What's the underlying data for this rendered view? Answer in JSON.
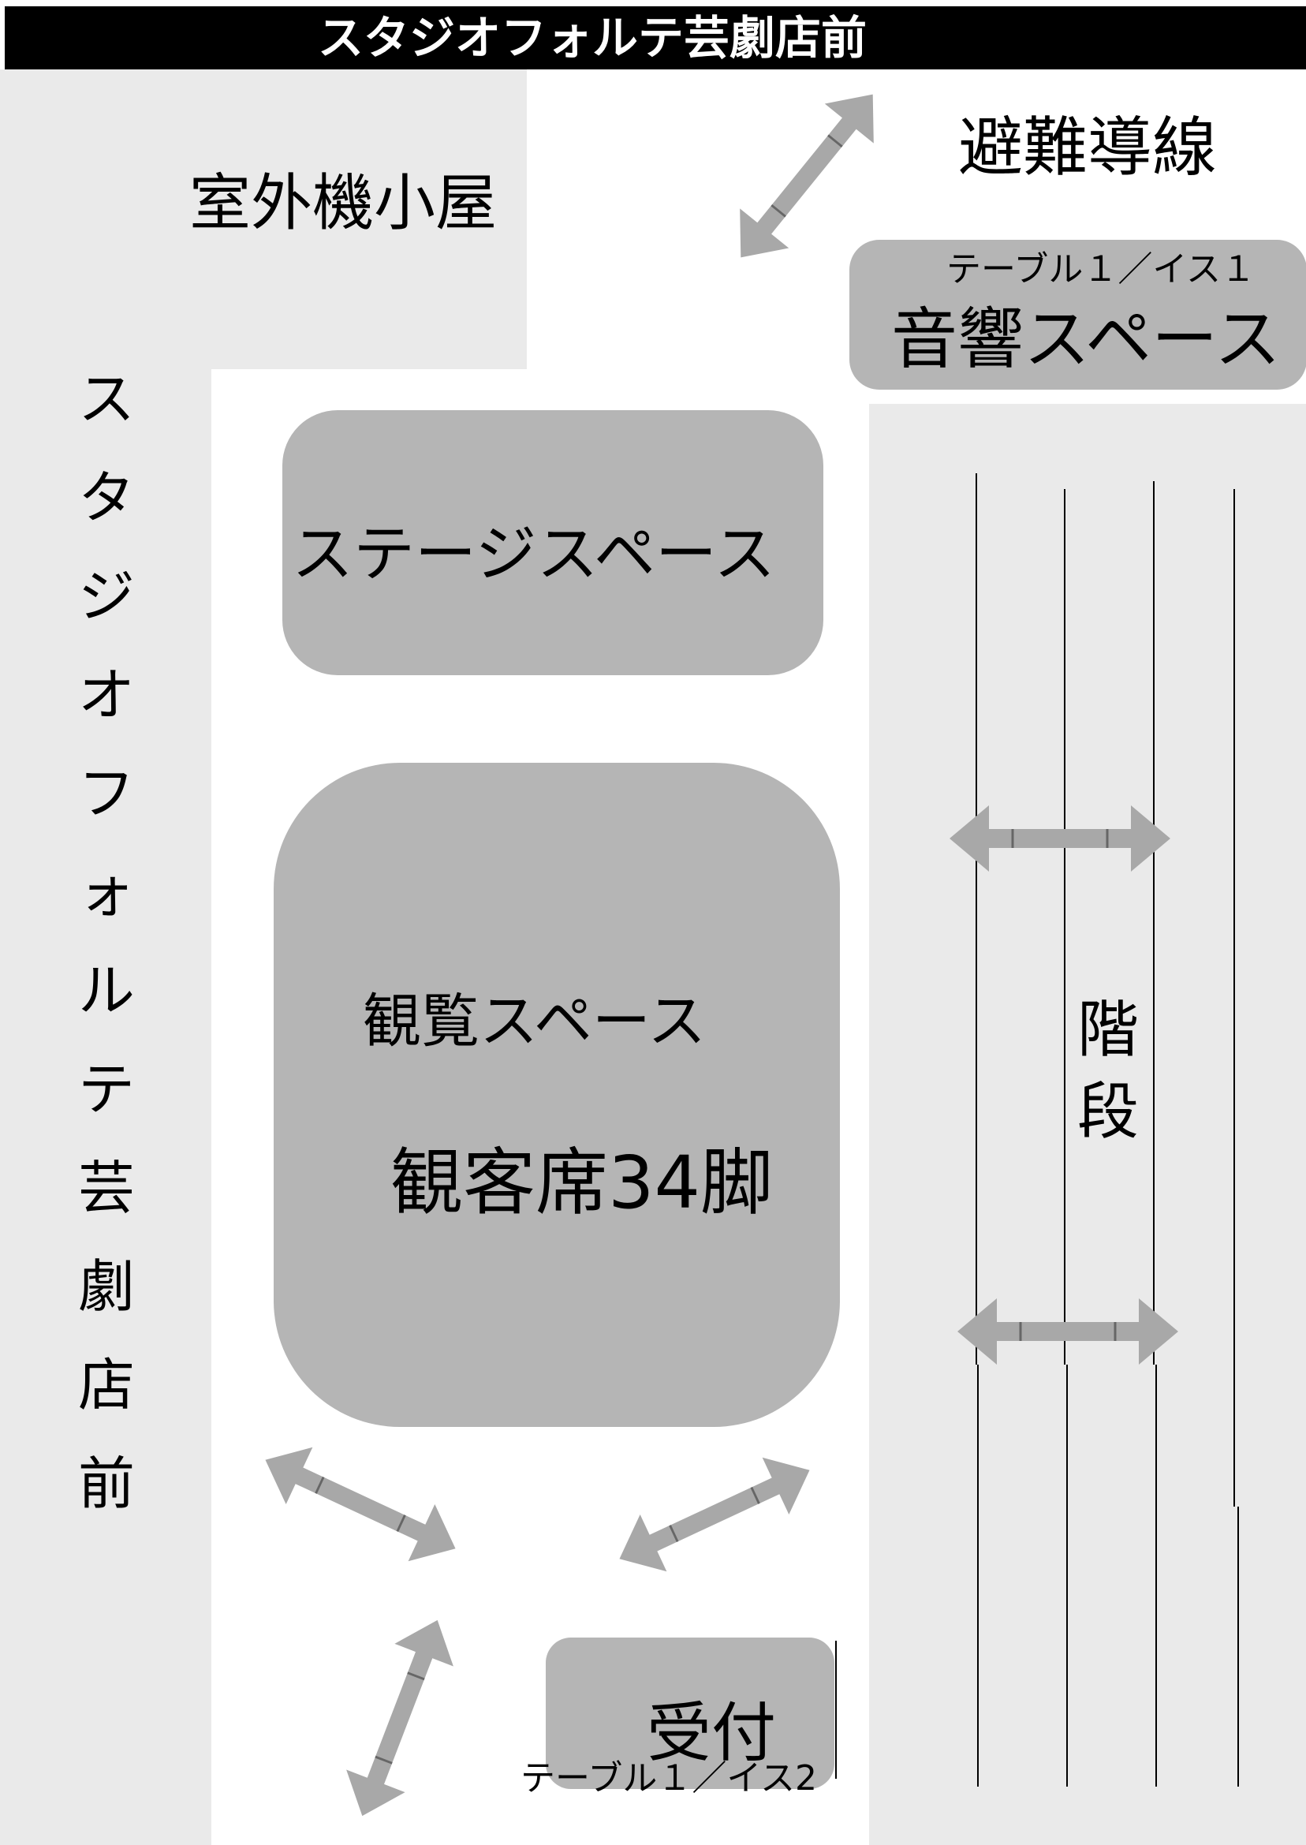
{
  "header": {
    "title": "スタジオフォルテ芸劇店前"
  },
  "left_side": {
    "vertical_label_chars": [
      "ス",
      "タ",
      "ジ",
      "オ",
      "フ",
      "ォ",
      "ル",
      "テ",
      "芸",
      "劇",
      "店",
      "前"
    ]
  },
  "areas": {
    "outdoor_unit": "室外機小屋",
    "evacuation_route": "避難導線",
    "sound_space": {
      "sub": "テーブル１／イス１",
      "label": "音響スペース"
    },
    "stage_space": "ステージスペース",
    "viewing_space": {
      "label": "観覧スペース",
      "seats": "観客席34脚"
    },
    "stairs": {
      "label_line1": "階",
      "label_line2": "段"
    },
    "reception": {
      "label": "受付",
      "sub": "テーブル１／イス2"
    }
  },
  "colors": {
    "box_fill": "#b5b5b5",
    "background_area": "#eaeaea",
    "arrow": "#a8a8a8",
    "title_bar": "#000000"
  },
  "icons": [
    "double-headed-arrow-icon"
  ]
}
